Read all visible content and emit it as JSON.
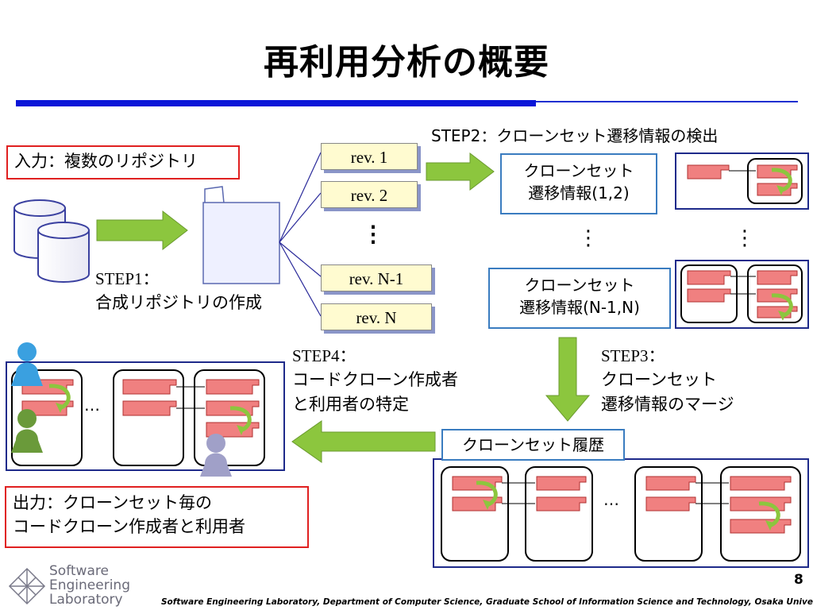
{
  "title": "再利用分析の概要",
  "input_label": "入力：複数のリポジトリ",
  "step1": {
    "label": "STEP1：",
    "desc": "合成リポジトリの作成"
  },
  "revisions": [
    "rev. 1",
    "rev. 2",
    "rev. N-1",
    "rev. N"
  ],
  "rev_ellipsis": "⋮",
  "step2_label": "STEP2：クローンセット遷移情報の検出",
  "transition_1": {
    "line1": "クローンセット",
    "line2": "遷移情報(1,2)"
  },
  "transition_n": {
    "line1": "クローンセット",
    "line2": "遷移情報(N-1,N)"
  },
  "vertical_ellipsis": "⋮",
  "step3": {
    "label": "STEP3：",
    "line1": "クローンセット",
    "line2": "遷移情報のマージ"
  },
  "step4": {
    "label": "STEP4：",
    "line1": "コードクローン作成者",
    "line2": "と利用者の特定"
  },
  "history_label": "クローンセット履歴",
  "ellipsis": "…",
  "output_label": {
    "line1": "出力：クローンセット毎の",
    "line2": "コードクローン作成者と利用者"
  },
  "logo": {
    "line1": "Software",
    "line2": "Engineering",
    "line3": "Laboratory"
  },
  "footer": "Software Engineering Laboratory, Department of Computer Science, Graduate School of Information Science and Technology, Osaka University",
  "page_number": "8",
  "colors": {
    "accent_blue": "#0a16d8",
    "arrow_green": "#8cc63e",
    "clone_red": "#f08080",
    "folder_yellow": "#fffbd0"
  },
  "chart_data": {
    "type": "table",
    "steps": [
      "STEP1：合成リポジトリの作成",
      "STEP2：クローンセット遷移情報の検出",
      "STEP3：クローンセット遷移情報のマージ",
      "STEP4：コードクローン作成者と利用者の特定"
    ]
  }
}
